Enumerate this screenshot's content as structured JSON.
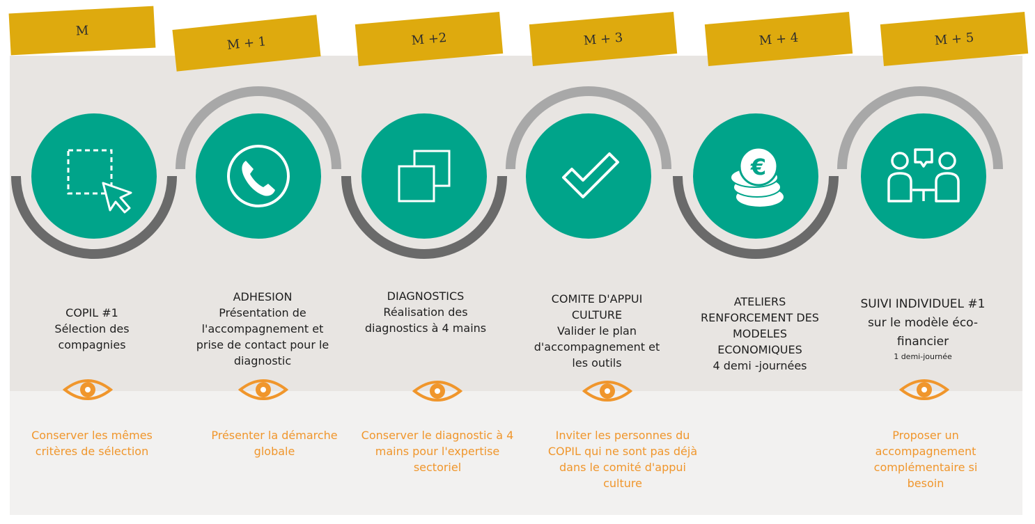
{
  "colors": {
    "teal": "#00a48a",
    "gold": "#deaa0e",
    "arc_dark": "#6a6a6a",
    "arc_light": "#a8a8a8",
    "orange": "#f0962c",
    "band_top": "#e8e5e2",
    "band_bottom": "#f2f1f0"
  },
  "steps": [
    {
      "month": "M",
      "icon": "selection-cursor-icon",
      "title": "COPIL  #1",
      "lines": [
        "Sélection des",
        "compagnies"
      ],
      "small": "",
      "note": "Conserver les mêmes critères de sélection"
    },
    {
      "month": "M + 1",
      "icon": "phone-icon",
      "title": "ADHESION",
      "lines": [
        "Présentation de",
        "l'accompagnement et",
        "prise de contact pour le",
        "diagnostic"
      ],
      "small": "",
      "note": "Présenter la démarche globale"
    },
    {
      "month": "M +2",
      "icon": "overlapping-squares-icon",
      "title": "DIAGNOSTICS",
      "lines": [
        "Réalisation des",
        "diagnostics à 4 mains"
      ],
      "small": "",
      "note": "Conserver le diagnostic à 4 mains pour l'expertise sectoriel"
    },
    {
      "month": "M + 3",
      "icon": "checkmark-icon",
      "title": "COMITE D'APPUI",
      "lines": [
        "CULTURE",
        "Valider le plan",
        "d'accompagnement et",
        "les outils"
      ],
      "small": "",
      "note": "Inviter les personnes du COPIL qui ne sont pas déjà dans le comité d'appui culture"
    },
    {
      "month": "M + 4",
      "icon": "euro-coins-icon",
      "title": "ATELIERS",
      "lines": [
        "RENFORCEMENT DES",
        "MODELES",
        "ECONOMIQUES",
        "4 demi -journées"
      ],
      "small": "",
      "note": ""
    },
    {
      "month": "M + 5",
      "icon": "people-chat-icon",
      "title": "SUIVI INDIVIDUEL #1",
      "lines": [
        "sur le modèle éco-",
        "financier"
      ],
      "small": "1 demi-journée",
      "note": "Proposer un accompagnement complémentaire si besoin"
    }
  ]
}
